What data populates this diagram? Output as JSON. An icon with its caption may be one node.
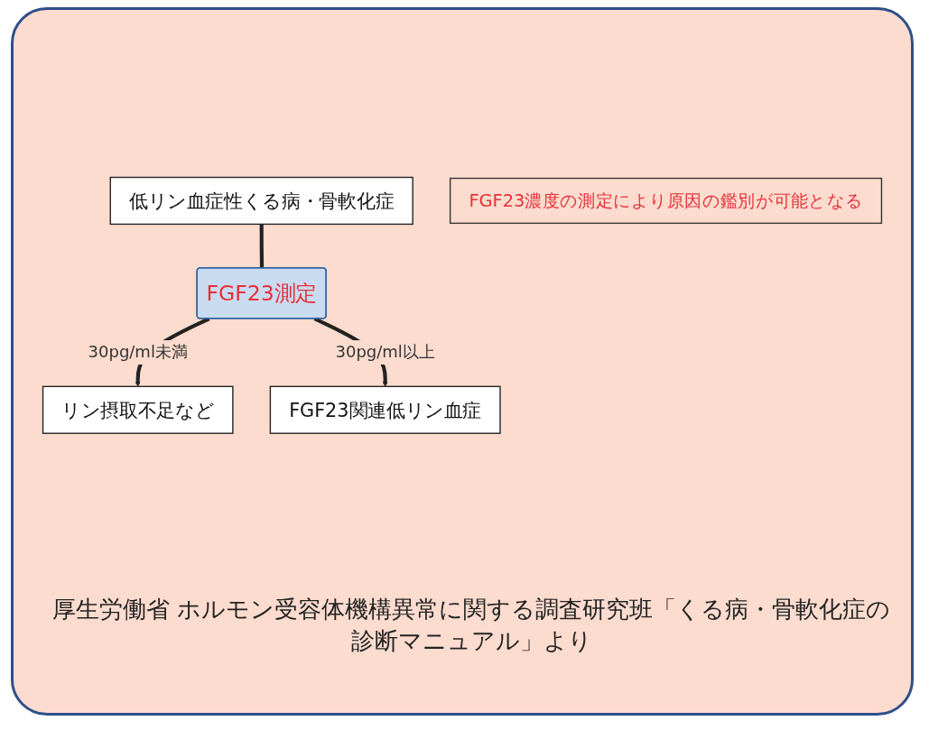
{
  "diagram": {
    "nodes": [
      {
        "text": [
          "低リン血症性くる病・骨軟化症"
        ]
      },
      {
        "text": [
          "FGF23測定"
        ]
      },
      {
        "text": [
          "リン摂取不足など"
        ]
      },
      {
        "text": [
          "FGF23関連低リン血症"
        ]
      },
      {
        "text": [
          "FGF23濃度の測定により原因の鑑別が可能となる"
        ]
      }
    ],
    "edges": [
      {
        "from": 0,
        "to": 1,
        "arrow": "none"
      },
      {
        "from": 1,
        "to": 2,
        "arrow": "to",
        "label": "30pg/ml未満"
      },
      {
        "from": 1,
        "to": 3,
        "arrow": "to",
        "label": "30pg/ml以上"
      }
    ],
    "labels": [
      "厚生労働省 ホルモン受容体機構異常に関する調査研究班「くる病・骨軟化症の診断マニュアル」より"
    ]
  }
}
